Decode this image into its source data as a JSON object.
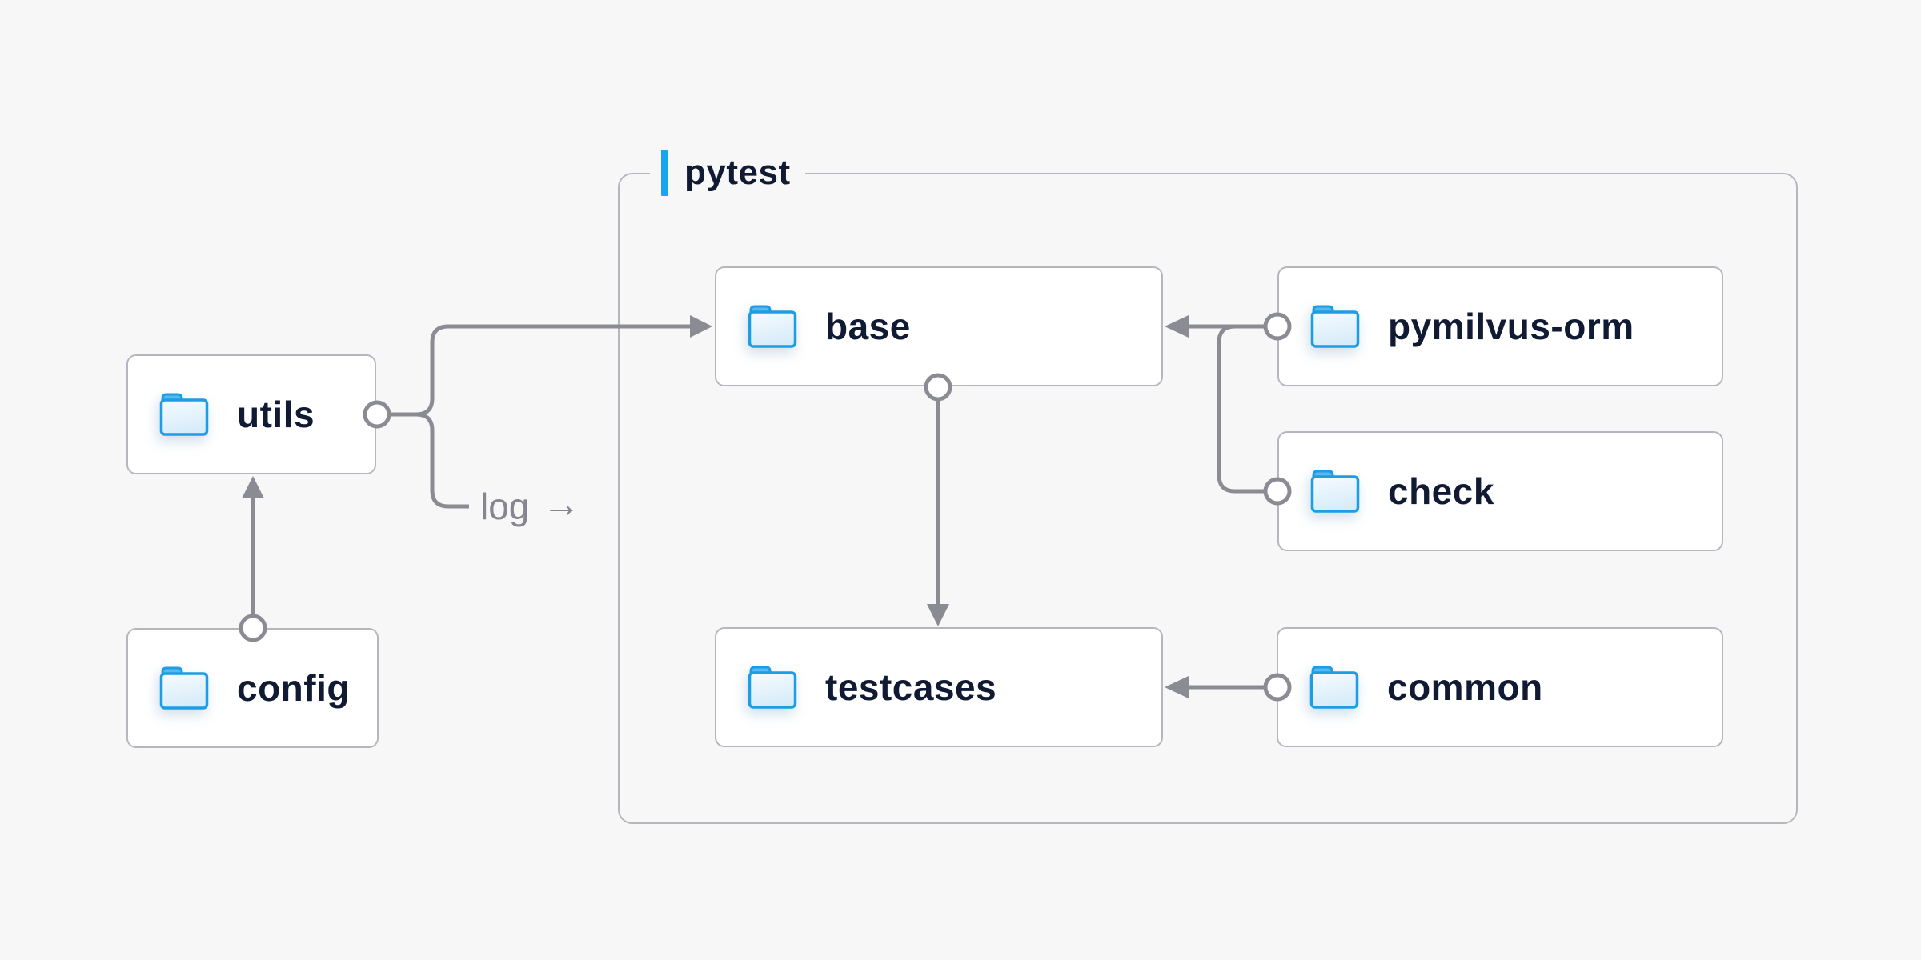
{
  "diagram": {
    "background_color": "#f7f7f8",
    "container": {
      "label": "pytest",
      "accent_color": "#18a6f2"
    },
    "nodes": [
      {
        "id": "utils",
        "label": "utils",
        "icon": "folder-icon"
      },
      {
        "id": "config",
        "label": "config",
        "icon": "folder-icon"
      },
      {
        "id": "base",
        "label": "base",
        "icon": "folder-icon"
      },
      {
        "id": "pymilvus-orm",
        "label": "pymilvus-orm",
        "icon": "folder-icon"
      },
      {
        "id": "check",
        "label": "check",
        "icon": "folder-icon"
      },
      {
        "id": "testcases",
        "label": "testcases",
        "icon": "folder-icon"
      },
      {
        "id": "common",
        "label": "common",
        "icon": "folder-icon"
      }
    ],
    "edges": [
      {
        "from": "config",
        "to": "utils",
        "style": "arrow-up"
      },
      {
        "from": "utils",
        "to": "base",
        "style": "arrow-right"
      },
      {
        "from": "utils",
        "to": "log",
        "label": "log",
        "arrow_glyph": "→"
      },
      {
        "from": "pymilvus-orm",
        "to": "base",
        "style": "arrow-left"
      },
      {
        "from": "check",
        "to": "base",
        "style": "merge-left"
      },
      {
        "from": "base",
        "to": "testcases",
        "style": "arrow-down"
      },
      {
        "from": "common",
        "to": "testcases",
        "style": "arrow-left"
      }
    ],
    "colors": {
      "node_background": "#ffffff",
      "node_border": "#b6b6bf",
      "node_text": "#111a33",
      "connector": "#8b8b94",
      "edge_label_text": "#868690",
      "folder_outline": "#1d9de6",
      "folder_tab": "#57b9ed",
      "folder_body_top": "#f6fbff",
      "folder_body_bottom": "#d7ecf9"
    }
  }
}
